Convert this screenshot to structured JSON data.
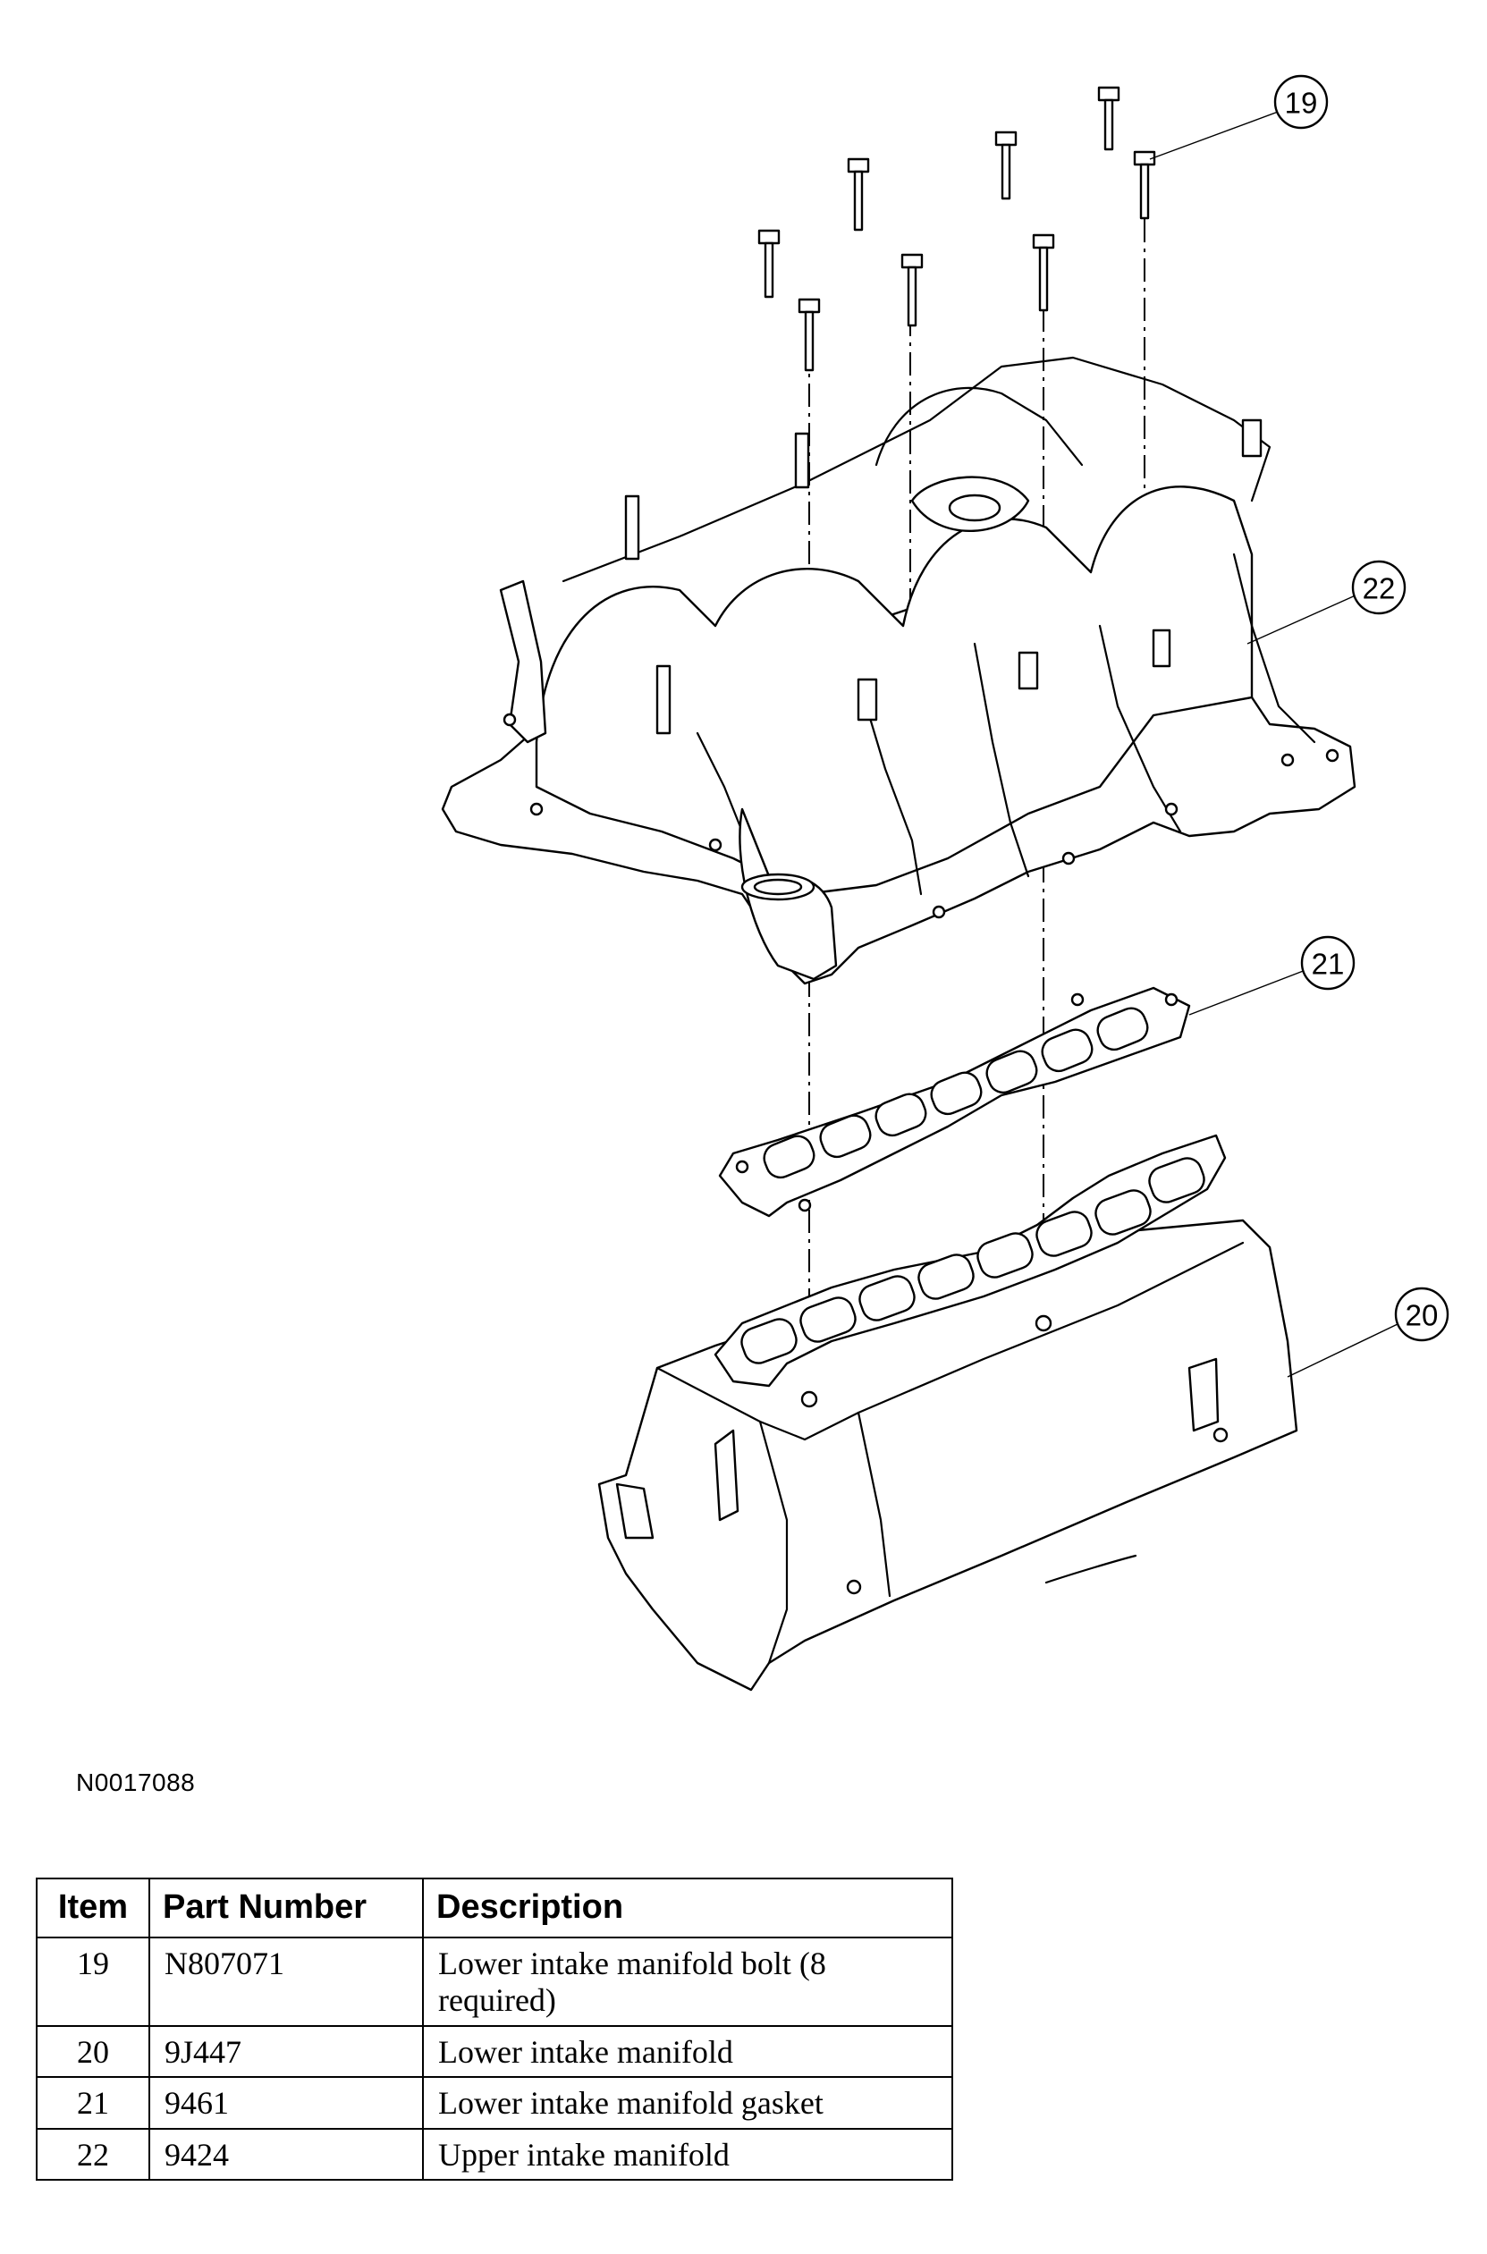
{
  "diagram": {
    "figure_id": "N0017088",
    "callouts": [
      "19",
      "20",
      "21",
      "22"
    ]
  },
  "table": {
    "headers": {
      "item": "Item",
      "part_number": "Part Number",
      "description": "Description"
    },
    "rows": [
      {
        "item": "19",
        "part_number": "N807071",
        "description": "Lower intake manifold bolt (8 required)"
      },
      {
        "item": "20",
        "part_number": "9J447",
        "description": "Lower intake manifold"
      },
      {
        "item": "21",
        "part_number": "9461",
        "description": "Lower intake manifold gasket"
      },
      {
        "item": "22",
        "part_number": "9424",
        "description": "Upper intake manifold"
      }
    ]
  }
}
